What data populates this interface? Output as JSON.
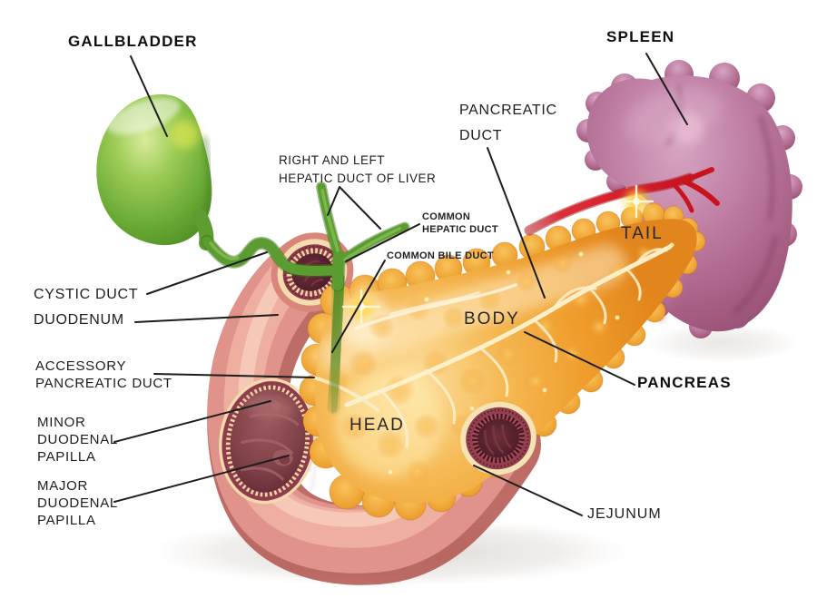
{
  "labels": {
    "gallbladder": "GALLBLADDER",
    "spleen": "SPLEEN",
    "pancreatic_duct": [
      "PANCREATIC",
      "DUCT"
    ],
    "hepatic_ducts": [
      "RIGHT AND LEFT",
      "HEPATIC DUCT OF LIVER"
    ],
    "common_hepatic_duct": [
      "COMMON",
      "HEPATIC DUCT"
    ],
    "common_bile_duct": "COMMON BILE DUCT",
    "cystic_duct": "CYSTIC DUCT",
    "duodenum": "DUODENUM",
    "accessory_pancreatic_duct": [
      "ACCESSORY",
      "PANCREATIC DUCT"
    ],
    "minor_papilla": [
      "MINOR",
      "DUODENAL",
      "PAPILLA"
    ],
    "major_papilla": [
      "MAJOR",
      "DUODENAL",
      "PAPILLA"
    ],
    "tail": "TAIL",
    "body": "BODY",
    "head": "HEAD",
    "pancreas": "PANCREAS",
    "jejunum": "JEJUNUM"
  },
  "colors": {
    "background": "#ffffff",
    "label_text": "#1d1d1d",
    "leader_line": "#1d1d1d",
    "gallbladder_green": "#67a934",
    "bile_duct_green": "#579a2e",
    "duodenum_pink": "#e0938a",
    "duodenum_dark": "#b2524b",
    "lumen_maroon": "#6b2d3b",
    "cut_rim_cream": "#f2dcae",
    "pancreas_orange": "#ef9d2c",
    "pancreas_light": "#fde2a4",
    "pancreas_duct_cream": "#fdf2cf",
    "spleen_purple": "#a25a7e",
    "spleen_light": "#d6a6c2",
    "artery_red": "#d81f2c",
    "shadow": "#8c8278"
  }
}
